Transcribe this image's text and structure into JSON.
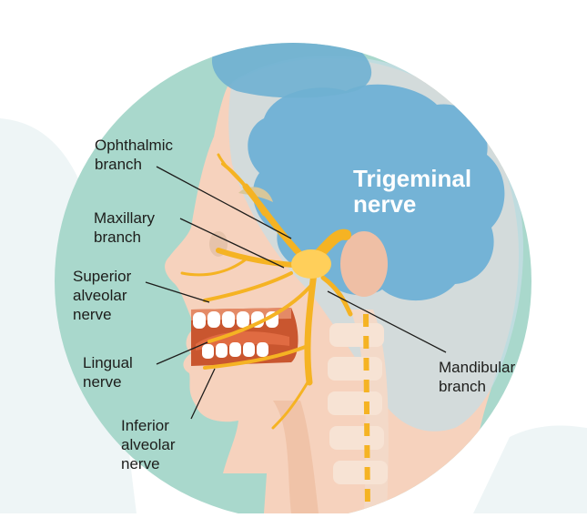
{
  "title": [
    "Trigeminal",
    "nerve"
  ],
  "labels": {
    "ophthalmic": [
      "Ophthalmic",
      "branch"
    ],
    "maxillary": [
      "Maxillary",
      "branch"
    ],
    "superior_alveolar": [
      "Superior",
      "alveolar",
      "nerve"
    ],
    "lingual": [
      "Lingual",
      "nerve"
    ],
    "inferior_alveolar": [
      "Inferior",
      "alveolar",
      "nerve"
    ],
    "mandibular": [
      "Mandibular",
      "branch"
    ]
  },
  "colors": {
    "background_circle": "#a9d8cc",
    "skin": "#f6d2bd",
    "skin_shade": "#efbfa5",
    "brain": "#74b3d6",
    "skull_glass": "#c7dde6",
    "nerve": "#f5b323",
    "nerve_light": "#ffd66b",
    "teeth": "#ffffff",
    "mouth": "#c9562f",
    "spine": "#f3d9c8",
    "title_text": "#ffffff",
    "label_text": "#1d1d1b"
  }
}
